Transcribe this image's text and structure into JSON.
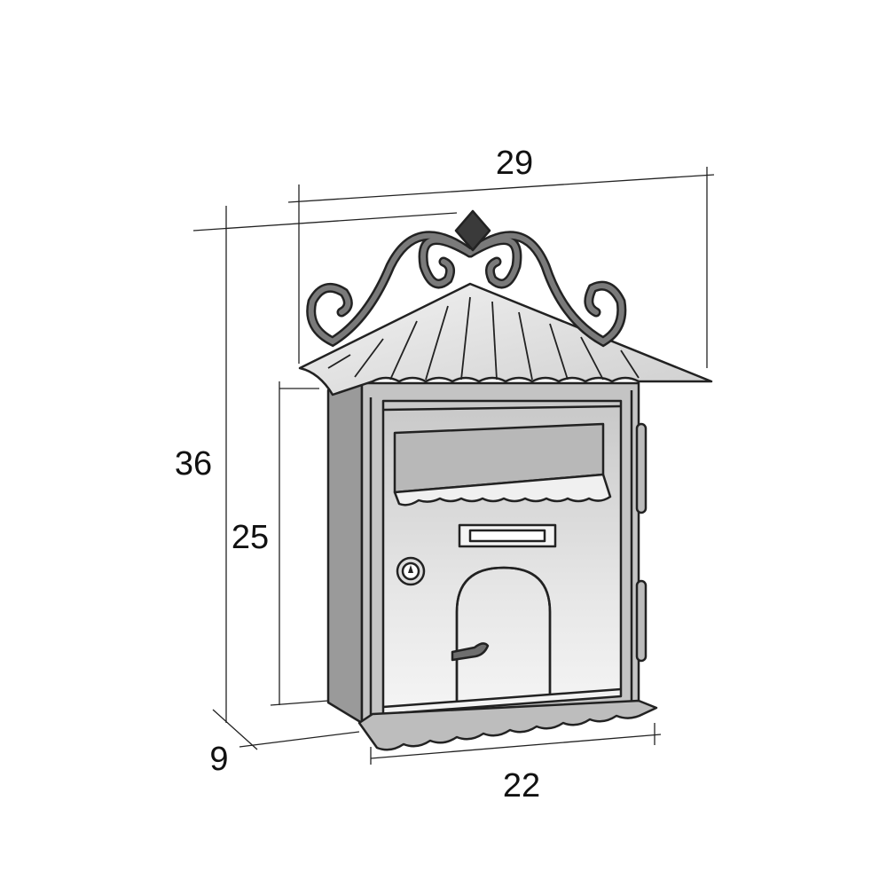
{
  "diagram": {
    "subject": "mailbox",
    "dimensions": {
      "roof_width": "29",
      "total_height": "36",
      "body_height": "25",
      "depth": "9",
      "body_width": "22"
    },
    "colors": {
      "outline": "#222222",
      "side_panel": "#9a9a9a",
      "front_panel": "#d4d4d4",
      "roof": "#e2e2e2",
      "scroll_ornament": "#6e6e6e",
      "finial": "#3a3a3a"
    }
  }
}
